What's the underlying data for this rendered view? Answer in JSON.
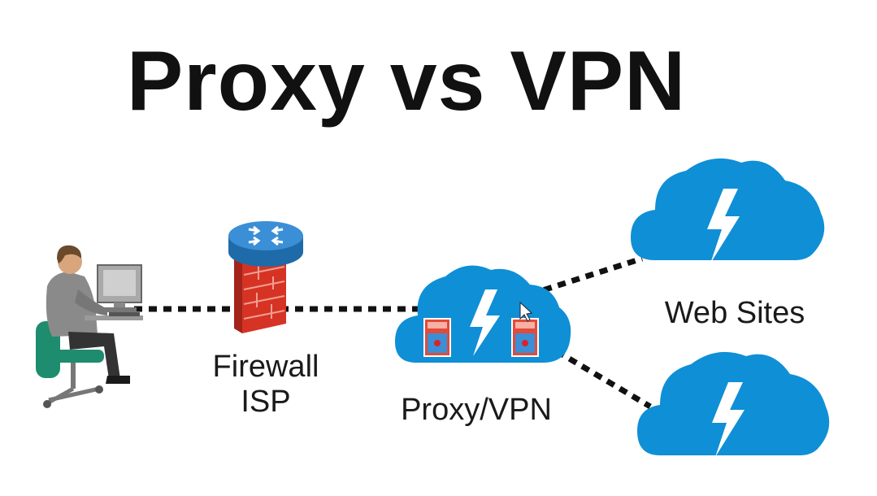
{
  "title": "Proxy vs VPN",
  "labels": {
    "firewall_line1": "Firewall",
    "firewall_line2": "ISP",
    "proxy": "Proxy/VPN",
    "websites": "Web Sites"
  },
  "colors": {
    "cloud": "#0f8fd6",
    "router": "#2a7fc4",
    "firewall": "#d63325",
    "link": "#111111",
    "bolt": "#ffffff"
  },
  "icons": [
    "user-at-computer-icon",
    "router-icon",
    "firewall-icon",
    "cloud-icon",
    "lightning-icon",
    "switch-icon"
  ]
}
